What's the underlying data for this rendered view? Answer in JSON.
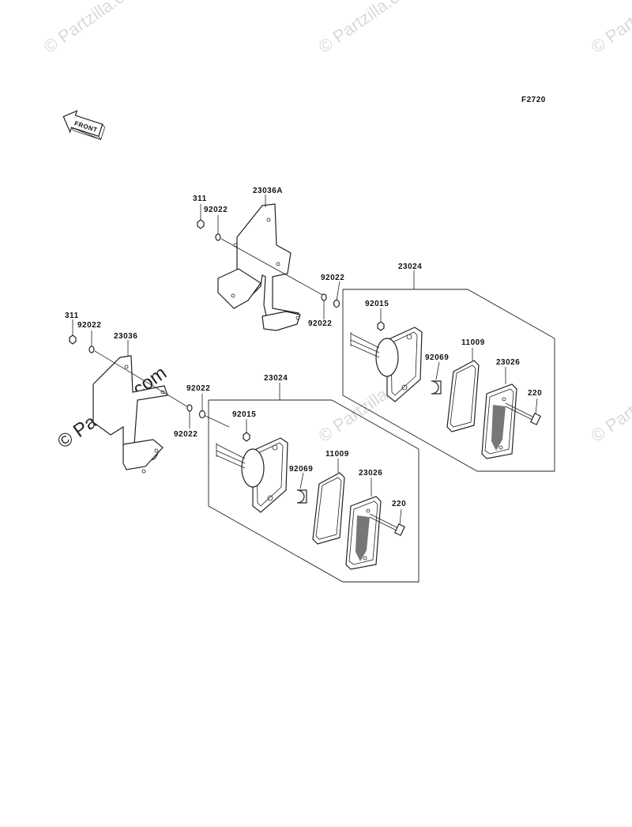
{
  "figure_code": "F2720",
  "front_label": "FRONT",
  "watermark": "© Partzilla.com",
  "labels": {
    "upper_nut": "311",
    "upper_washer_a": "92022",
    "upper_bracket": "23036A",
    "upper_washer_b": "92022",
    "upper_washer_c": "92022",
    "upper_lamp_assy": "23024",
    "upper_nut_b": "92015",
    "upper_gasket": "11009",
    "upper_bulb": "92069",
    "upper_lens": "23026",
    "upper_screw": "220",
    "lower_nut": "311",
    "lower_washer_a": "92022",
    "lower_bracket": "23036",
    "lower_washer_b": "92022",
    "lower_washer_c": "92022",
    "lower_lamp_assy": "23024",
    "lower_nut_b": "92015",
    "lower_gasket": "11009",
    "lower_bulb": "92069",
    "lower_lens": "23026",
    "lower_screw": "220"
  },
  "icons": {
    "front_arrow": "front-arrow-icon",
    "bracket": "bracket-icon",
    "lamp_housing": "lamp-housing-icon",
    "bulb": "bulb-icon",
    "gasket": "gasket-icon",
    "lens": "lens-icon",
    "screw": "screw-icon",
    "washer": "washer-icon",
    "nut": "nut-icon"
  }
}
